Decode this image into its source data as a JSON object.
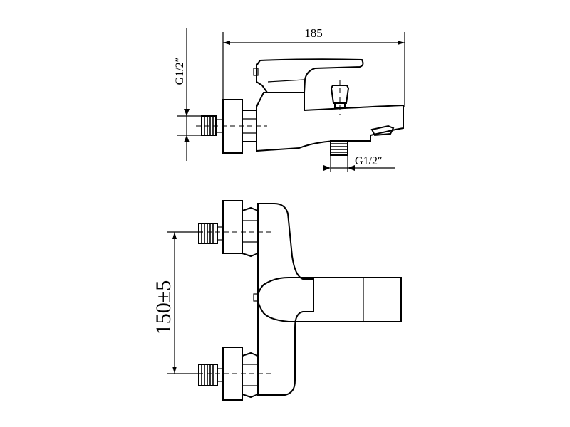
{
  "dimensions": {
    "overall_length": "185",
    "inlet_thread": "G1/2″",
    "outlet_thread": "G1/2″",
    "center_distance": "150±5"
  }
}
